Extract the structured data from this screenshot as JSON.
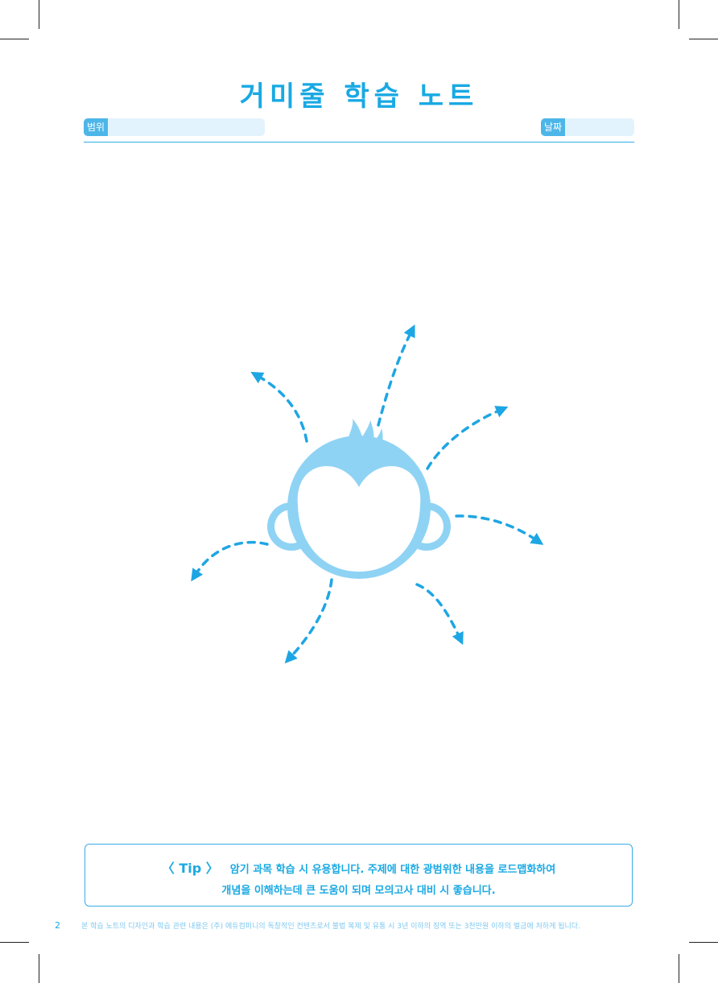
{
  "header": {
    "title": "거미줄 학습 노트",
    "range_label": "범위",
    "date_label": "날짜"
  },
  "tip": {
    "label": "〈 Tip 〉",
    "line1": "암기 과목 학습 시 유용합니다. 주제에 대한 광범위한 내용을 로드맵화하여",
    "line2": "개념을 이해하는데 큰 도움이 되며 모의고사 대비 시 좋습니다."
  },
  "footer": {
    "page_number": "2",
    "notice": "본 학습 노트의 디자인과 학습 관련 내용은 (주) 에듀컴퍼니의 독창적인 컨텐츠로서 불법 복제 및 유통 시 3년 이하의 징역 또는 3천만원 이하의 벌금에 처하게 됩니다."
  },
  "colors": {
    "accent": "#19a9e3",
    "arrow": "#1ea6e4",
    "face": "#8fd3f4",
    "field_bg": "#e3f3fd"
  },
  "icons": {
    "center": "monkey-face-icon",
    "arrows": "dashed-arrow-icon"
  }
}
